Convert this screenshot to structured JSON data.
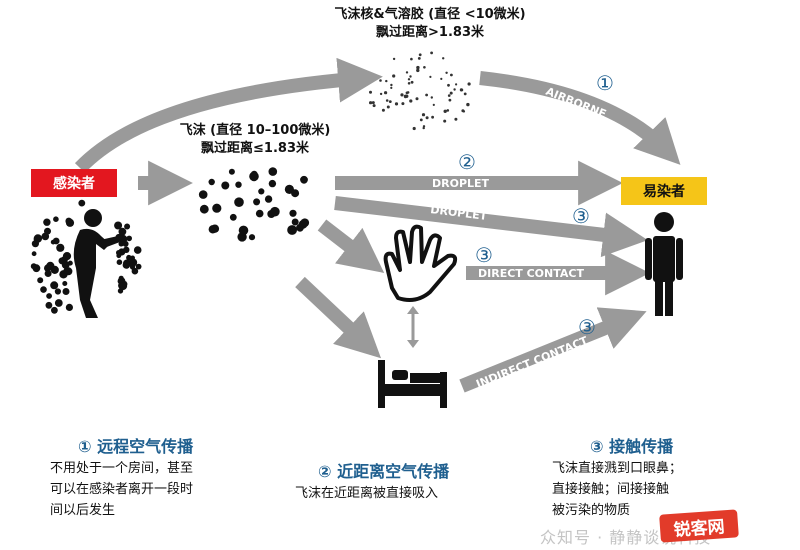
{
  "top_label": {
    "line1": "飞沫核&气溶胶 (直径 <10微米)",
    "line2": "飘过距离>1.83米"
  },
  "mid_label": {
    "line1": "飞沫 (直径 10–100微米)",
    "line2": "飘过距离≤1.83米"
  },
  "infected_box": {
    "label": "感染者",
    "color": "#e3171f"
  },
  "susceptible_box": {
    "label": "易染者",
    "color": "#f5c518"
  },
  "routes": [
    {
      "number": "①",
      "label": "AIRBORNE"
    },
    {
      "number": "②",
      "label": "DROPLET"
    },
    {
      "number": "③",
      "label": "DROPLET"
    },
    {
      "number": "③",
      "label": "DIRECT CONTACT"
    },
    {
      "number": "③",
      "label": "INDIRECT CONTACT"
    }
  ],
  "legend": {
    "airborne": {
      "heading": "① 远程空气传播",
      "lines": [
        "不用处于一个房间，甚至",
        "可以在感染者离开一段时",
        "间以后发生"
      ]
    },
    "close": {
      "heading": "② 近距离空气传播",
      "lines": [
        "飞沫在近距离被直接吸入"
      ]
    },
    "contact": {
      "heading": "③ 接触传播",
      "lines": [
        "飞沫直接溅到口眼鼻；",
        "直接接触；间接接触",
        "被污染的物质"
      ]
    }
  },
  "watermark": {
    "text": "众知号 · 静静谈说科技",
    "logo": "锐客网"
  },
  "colors": {
    "arrow": "#9a9a9a",
    "heading": "#1f5f8f"
  },
  "icons": [
    "sick-person-icon",
    "hand-icon",
    "bed-icon",
    "person-icon"
  ]
}
